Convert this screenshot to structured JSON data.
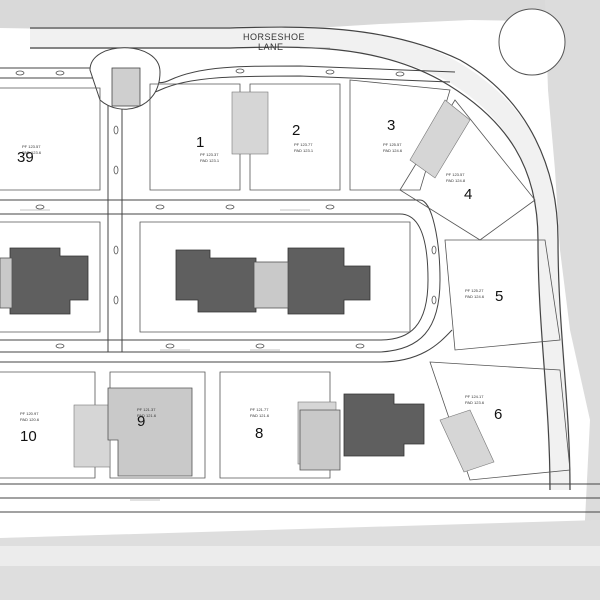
{
  "street": {
    "line1": "HORSESHOE",
    "line2": "LANE"
  },
  "lots": [
    {
      "number": "1",
      "pf": "PF 123.37",
      "pad": "PAD 123.1"
    },
    {
      "number": "2",
      "pf": "PF 123.77",
      "pad": "PAD 123.1"
    },
    {
      "number": "3",
      "pf": "PF 125.57",
      "pad": "PAD 124.6"
    },
    {
      "number": "4",
      "pf": "PF 123.57",
      "pad": "PAD 124.8"
    },
    {
      "number": "5",
      "pf": "PF 125.27",
      "pad": "PAD 124.6"
    },
    {
      "number": "6",
      "pf": "PF 124.17",
      "pad": "PAD 123.6"
    },
    {
      "number": "8",
      "pf": "PF 121.77",
      "pad": "PAD 121.6"
    },
    {
      "number": "9",
      "pf": "PF 121.37",
      "pad": "PAD 121.6"
    },
    {
      "number": "10",
      "pf": "PF 120.97",
      "pad": "PAD 120.6"
    },
    {
      "number": "39",
      "pf": "PF 123.57",
      "pad": "PAD 123.6"
    }
  ],
  "colors": {
    "road_fill": "#f1f1f1",
    "house_dark": "#5f5f5f",
    "house_light": "#c9c9c9",
    "landscape": "#d7d7d7",
    "line": "#444444"
  }
}
